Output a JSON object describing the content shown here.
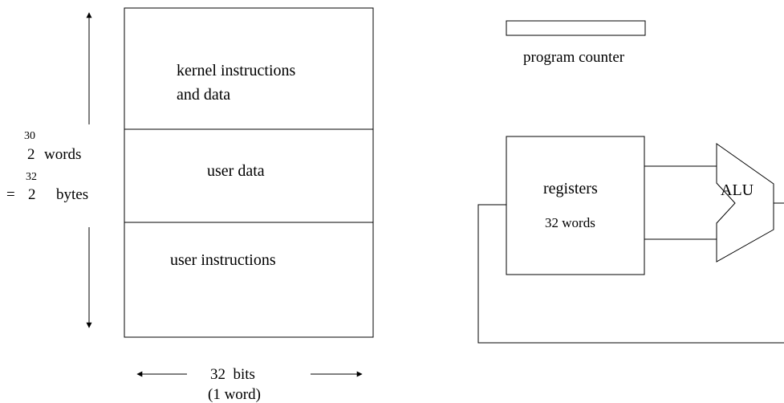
{
  "memory": {
    "regions": [
      {
        "lines": [
          "kernel instructions",
          "and data"
        ]
      },
      {
        "lines": [
          "user data"
        ]
      },
      {
        "lines": [
          "user instructions"
        ]
      }
    ],
    "size_words": {
      "base": "2",
      "exponent": "30",
      "unit": "words"
    },
    "size_bytes": {
      "prefix": "=",
      "base": "2",
      "exponent": "32",
      "unit": "bytes"
    },
    "width_label": "32  bits",
    "width_sublabel": "(1 word)"
  },
  "program_counter": {
    "label": "program counter"
  },
  "registers": {
    "label": "registers",
    "sublabel": "32 words"
  },
  "alu": {
    "label": "ALU"
  }
}
